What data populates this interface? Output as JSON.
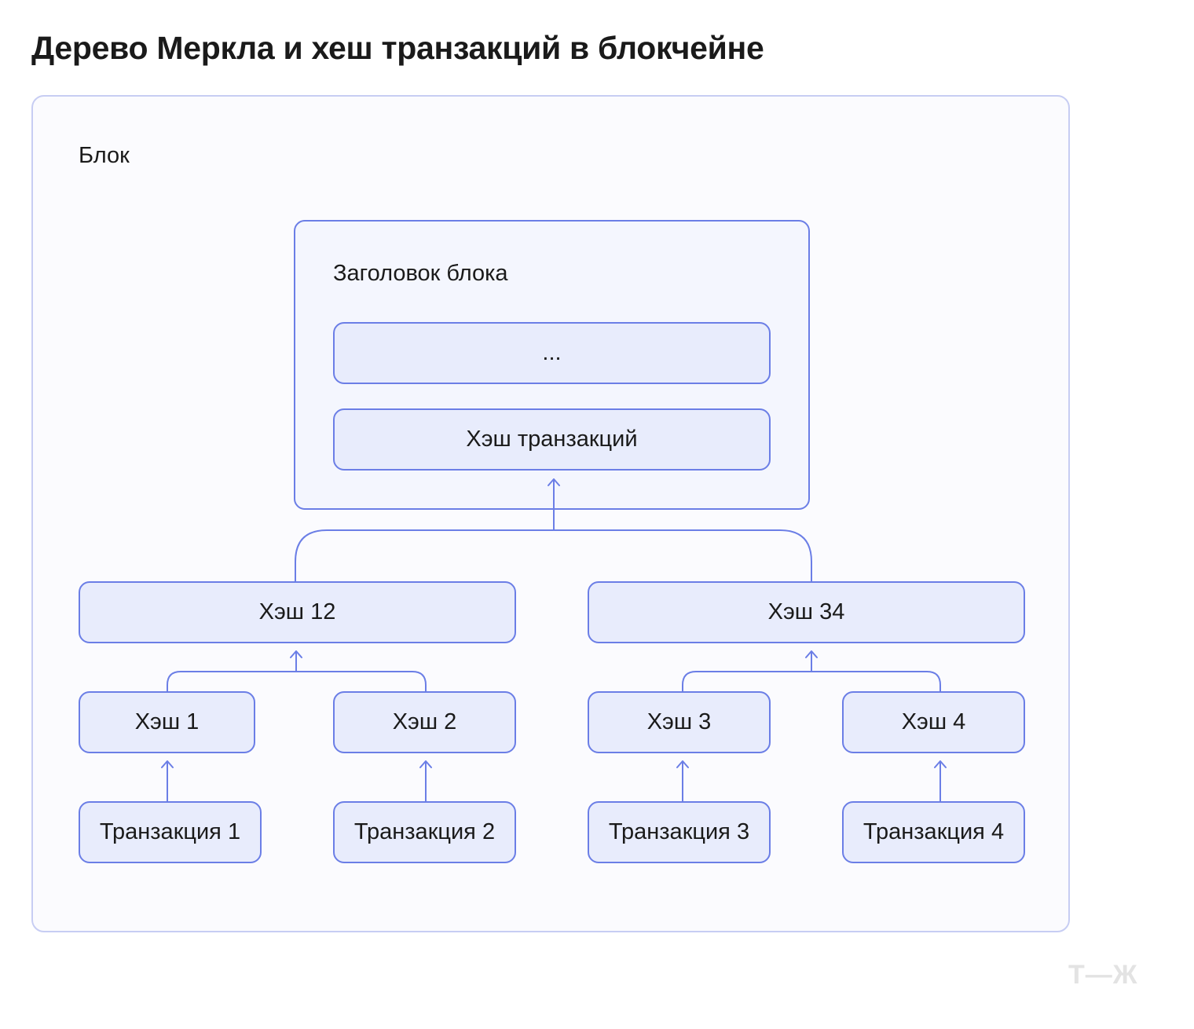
{
  "title": "Дерево Меркла и хеш транзакций в блокчейне",
  "block": {
    "label": "Блок",
    "header": {
      "label": "Заголовок блока",
      "ellipsis_field": "...",
      "tx_hash_field": "Хэш транзакций"
    }
  },
  "tree": {
    "level2": [
      "Хэш 12",
      "Хэш 34"
    ],
    "level1": [
      "Хэш 1",
      "Хэш 2",
      "Хэш 3",
      "Хэш 4"
    ],
    "transactions": [
      "Транзакция 1",
      "Транзакция 2",
      "Транзакция 3",
      "Транзакция 4"
    ]
  },
  "logo": "Т—Ж",
  "colors": {
    "node_border": "#6b7ee6",
    "node_fill": "#e8ecfc",
    "block_border": "#c7cdf3"
  }
}
